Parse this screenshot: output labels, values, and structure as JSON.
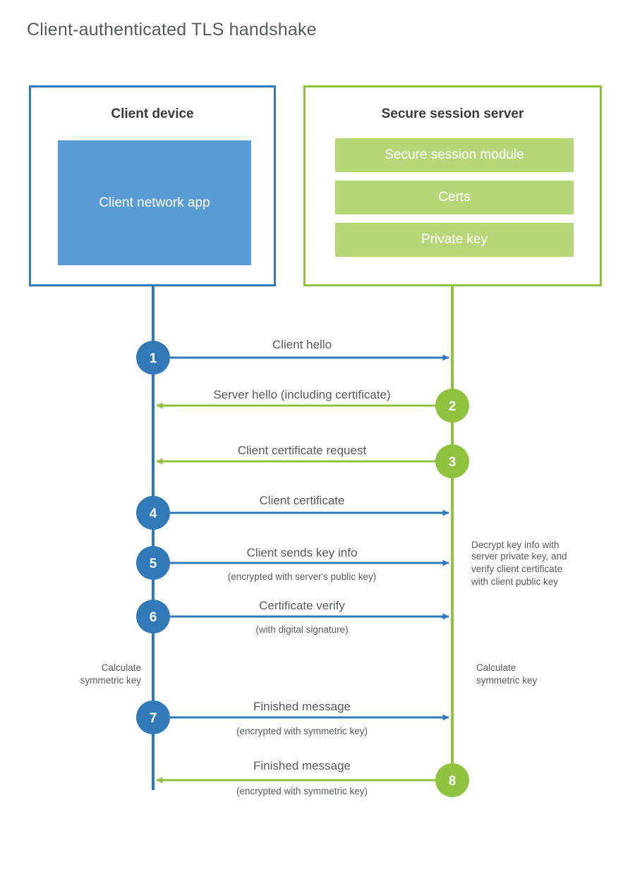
{
  "title": "Client-authenticated TLS handshake",
  "colors": {
    "client_accent": "#3279b8",
    "server_accent": "#8fc33f",
    "client_fill": "#5b9bd5",
    "server_fill": "#b5d778",
    "text": "#58595b",
    "heading": "#3a3a3c",
    "background": "#ffffff"
  },
  "actors": {
    "client": {
      "title": "Client device",
      "component": "Client network app"
    },
    "server": {
      "title": "Secure session server",
      "components": [
        "Secure session module",
        "Certs",
        "Private key"
      ]
    }
  },
  "steps": [
    {
      "number": "1",
      "label": "Client hello",
      "sub": "",
      "direction": "client-to-server",
      "side": "client"
    },
    {
      "number": "2",
      "label": "Server hello (including certificate)",
      "sub": "",
      "direction": "server-to-client",
      "side": "server"
    },
    {
      "number": "3",
      "label": "Client certificate request",
      "sub": "",
      "direction": "server-to-client",
      "side": "server"
    },
    {
      "number": "4",
      "label": "Client certificate",
      "sub": "",
      "direction": "client-to-server",
      "side": "client"
    },
    {
      "number": "5",
      "label": "Client sends key info",
      "sub": "(encrypted with server's public key)",
      "direction": "client-to-server",
      "side": "client"
    },
    {
      "number": "6",
      "label": "Certificate verify",
      "sub": "(with digital signature)",
      "direction": "client-to-server",
      "side": "client"
    },
    {
      "number": "7",
      "label": "Finished message",
      "sub": "(encrypted with symmetric key)",
      "direction": "client-to-server",
      "side": "client"
    },
    {
      "number": "8",
      "label": "Finished message",
      "sub": "(encrypted with symmetric key)",
      "direction": "server-to-client",
      "side": "server"
    }
  ],
  "notes": {
    "server_decrypt": [
      "Decrypt key info with",
      "server private key, and",
      "verify client certificate",
      "with client public key"
    ],
    "client_calculate": [
      "Calculate",
      "symmetric key"
    ],
    "server_calculate": [
      "Calculate",
      "symmetric key"
    ]
  }
}
